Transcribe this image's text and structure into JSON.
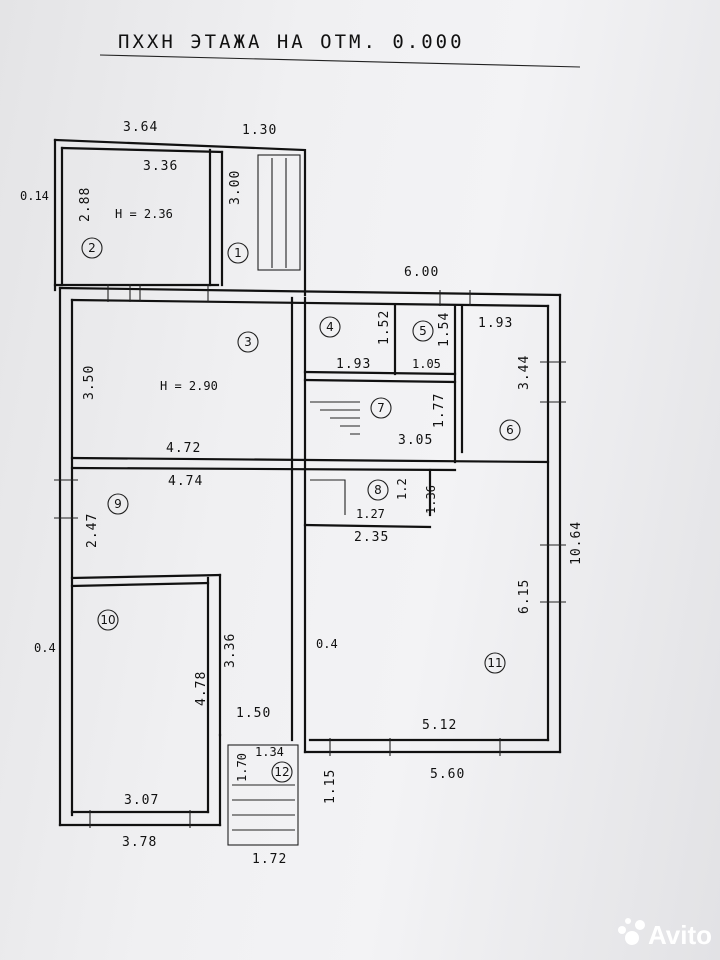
{
  "title": "ПХХН ЭТАЖА НА ОТМ. 0.000",
  "heights": {
    "room2": "H = 2.36",
    "room3": "H = 2.90"
  },
  "rooms": [
    "1",
    "2",
    "3",
    "4",
    "5",
    "6",
    "7",
    "8",
    "9",
    "10",
    "11",
    "12"
  ],
  "dims": {
    "d364": "3.64",
    "d130": "1.30",
    "d336a": "3.36",
    "d300": "3.00",
    "d288": "2.88",
    "d014": "0.14",
    "d600": "6.00",
    "d152": "1.52",
    "d154": "1.54",
    "d193a": "1.93",
    "d350": "3.50",
    "d193b": "1.93",
    "d105": "1.05",
    "d344": "3.44",
    "d177": "1.77",
    "d472": "4.72",
    "d305": "3.05",
    "d474": "4.74",
    "d12": "1.2",
    "d136": "1.36",
    "d127": "1.27",
    "d247": "2.47",
    "d235": "2.35",
    "d1064": "10.64",
    "d615": "6.15",
    "d336b": "3.36",
    "d478": "4.78",
    "d04a": "0.4",
    "d04b": "0.4",
    "d150": "1.50",
    "d134": "1.34",
    "d512": "5.12",
    "d170": "1.70",
    "d115": "1.15",
    "d560": "5.60",
    "d307": "3.07",
    "d378": "3.78",
    "d172": "1.72"
  },
  "watermark": {
    "text": "Avito",
    "icon": "avito-logo-icon"
  }
}
